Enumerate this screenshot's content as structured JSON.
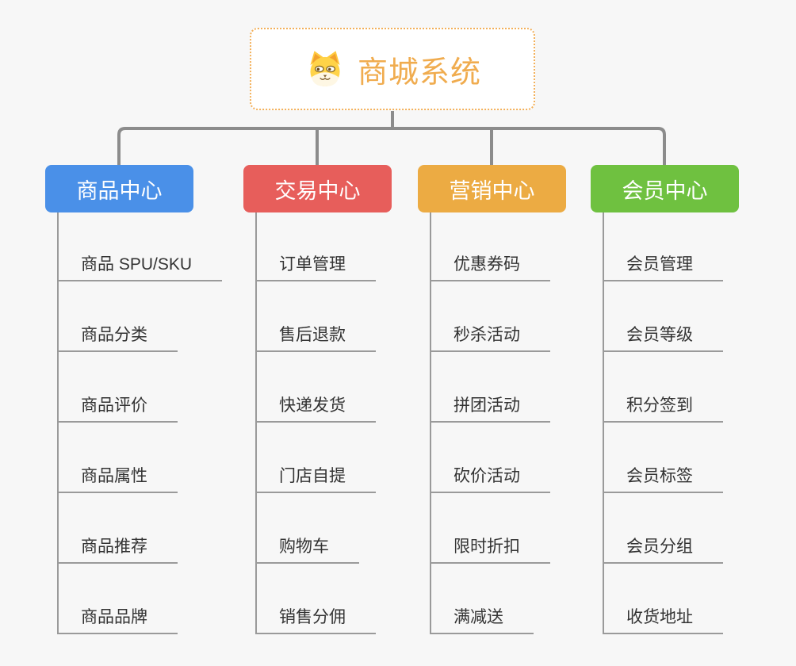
{
  "canvas": {
    "background_color": "#f7f7f7",
    "connector_color": "#8c8c8c",
    "leaf_line_color": "#9a9a9a"
  },
  "root": {
    "title": "商城系统",
    "icon": "shiba-dog-icon",
    "accent_color": "#F0AC4F",
    "border_color": "#F3B05A"
  },
  "branches": [
    {
      "id": "product-center",
      "label": "商品中心",
      "color": "#4A90E8",
      "items": [
        "商品 SPU/SKU",
        "商品分类",
        "商品评价",
        "商品属性",
        "商品推荐",
        "商品品牌"
      ]
    },
    {
      "id": "trade-center",
      "label": "交易中心",
      "color": "#E75E5B",
      "items": [
        "订单管理",
        "售后退款",
        "快递发货",
        "门店自提",
        "购物车",
        "销售分佣"
      ]
    },
    {
      "id": "marketing-center",
      "label": "营销中心",
      "color": "#ECAB43",
      "items": [
        "优惠券码",
        "秒杀活动",
        "拼团活动",
        "砍价活动",
        "限时折扣",
        "满减送"
      ]
    },
    {
      "id": "member-center",
      "label": "会员中心",
      "color": "#6FC140",
      "items": [
        "会员管理",
        "会员等级",
        "积分签到",
        "会员标签",
        "会员分组",
        "收货地址"
      ]
    }
  ]
}
